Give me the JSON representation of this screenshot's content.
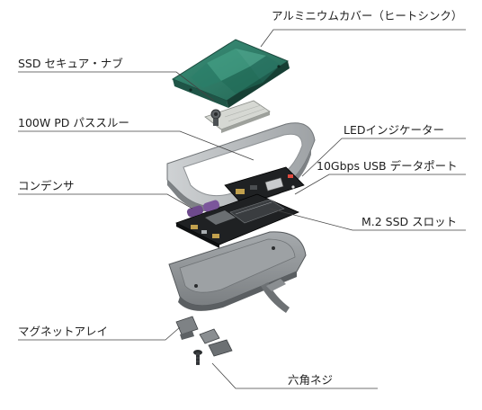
{
  "labels": {
    "heatsink": "アルミニウムカバー（ヒートシンク）",
    "ssd_nub": "SSD セキュア・ナブ",
    "pd_passthrough": "100W PD パススルー",
    "led": "LEDインジケーター",
    "usb_port": "10Gbps USB データポート",
    "capacitor": "コンデンサ",
    "m2_slot": "M.2 SSD スロット",
    "magnets": "マグネットアレイ",
    "hex_screw": "六角ネジ"
  },
  "colors": {
    "heatsink_green": "#2f7d67",
    "frame_gray": "#b9bcbf",
    "pcb_black": "#1f2123",
    "shell_gray": "#8f9396",
    "leader_line": "#444444"
  }
}
